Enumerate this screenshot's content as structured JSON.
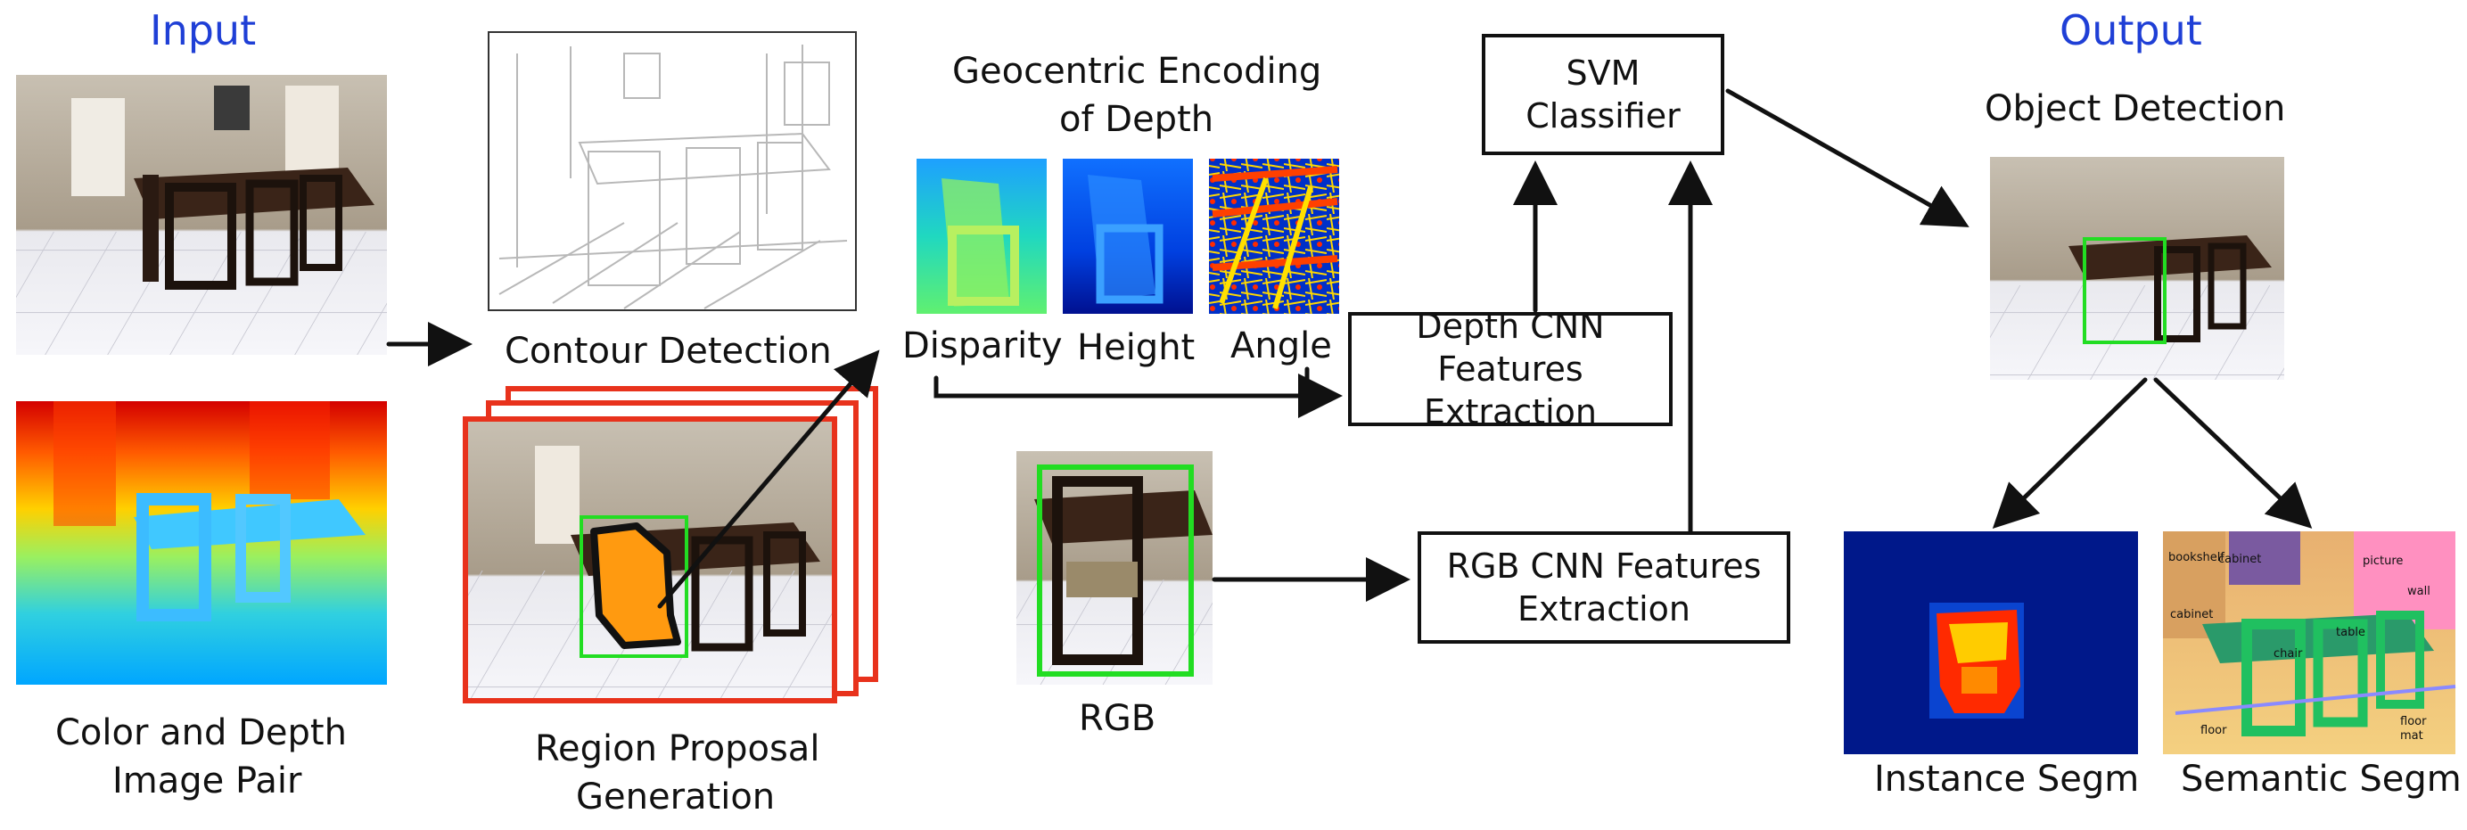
{
  "input_title": "Input",
  "output_title": "Output",
  "color_depth_line1": "Color and Depth",
  "color_depth_line2": "Image Pair",
  "contour_label": "Contour Detection",
  "region_line1": "Region Proposal",
  "region_line2": "Generation",
  "geo_line1": "Geocentric Encoding",
  "geo_line2": "of Depth",
  "disparity_label": "Disparity",
  "height_label": "Height",
  "angle_label": "Angle",
  "rgb_label": "RGB",
  "depth_cnn_line1": "Depth CNN",
  "depth_cnn_line2": "Features Extraction",
  "rgb_cnn_line1": "RGB CNN Features",
  "rgb_cnn_line2": "Extraction",
  "svm_line1": "SVM",
  "svm_line2": "Classifier",
  "object_detection_label": "Object Detection",
  "instance_label": "Instance Segm",
  "semantic_label": "Semantic Segm",
  "semantic_tags": [
    "bookshelf",
    "cabinet",
    "cabinet",
    "picture",
    "floor",
    "floor mat",
    "chair",
    "table",
    "wall"
  ],
  "colors": {
    "title_blue": "#1f3fd6",
    "proposal_red": "#e8321c",
    "detection_green": "#22dd22",
    "region_orange": "#ff9a10"
  }
}
